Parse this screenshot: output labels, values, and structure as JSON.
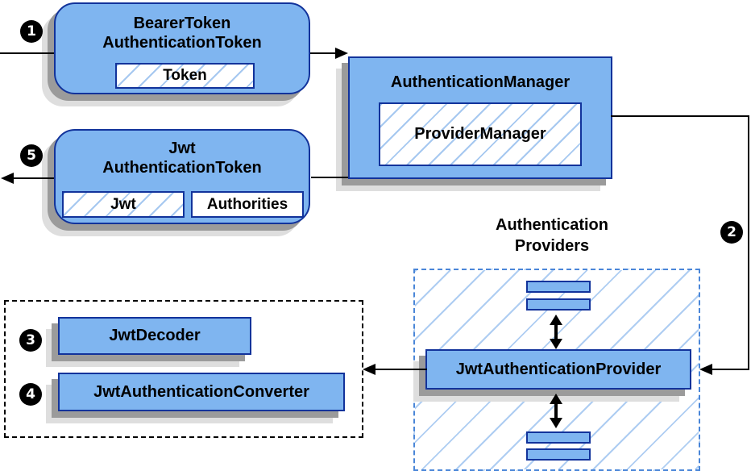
{
  "diagram": {
    "step_markers": {
      "step1": "1",
      "step2": "2",
      "step3": "3",
      "step4": "4",
      "step5": "5"
    },
    "bearer_token_node": {
      "title_line1": "BearerToken",
      "title_line2": "AuthenticationToken",
      "token_chip": "Token"
    },
    "authentication_manager_node": {
      "title": "AuthenticationManager",
      "provider_manager_chip": "ProviderManager"
    },
    "jwt_authentication_token_node": {
      "title_line1": "Jwt",
      "title_line2": "AuthenticationToken",
      "jwt_chip": "Jwt",
      "authorities_chip": "Authorities"
    },
    "authentication_providers_group": {
      "label_line1": "Authentication",
      "label_line2": "Providers",
      "provider_node": "JwtAuthenticationProvider"
    },
    "jwt_support_group": {
      "decoder_node": "JwtDecoder",
      "converter_node": "JwtAuthenticationConverter"
    },
    "icons": {
      "arrow_right": "▶",
      "arrow_left": "◀",
      "arrow_vertical_double": "↕"
    },
    "colors": {
      "node_fill": "#7fb5f0",
      "node_border": "#12339b",
      "hatch_line": "#a6c8f0",
      "blue_group_dashed_border": "#4a86d8",
      "black_group_dashed_border": "#000000",
      "shadow_dark": "#9b9b9b",
      "shadow_light": "#dedede",
      "connector": "#000000",
      "marker_fill": "#000000",
      "marker_text": "#ffffff"
    }
  }
}
